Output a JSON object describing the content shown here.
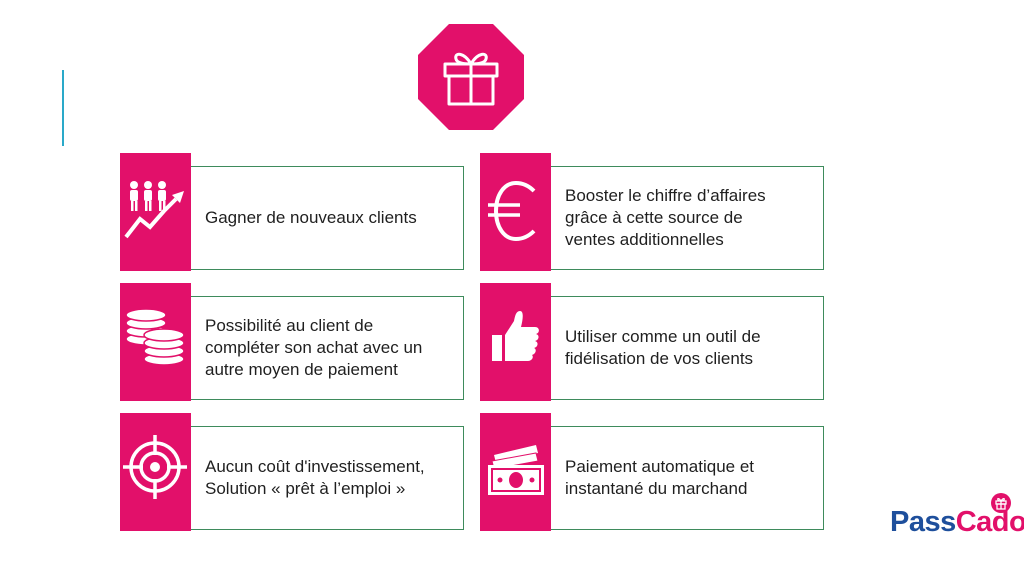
{
  "colors": {
    "accent": "#e2106a",
    "border": "#3e8b5c",
    "line": "#2aa9c9",
    "logo_blue": "#1e4f9c"
  },
  "header": {
    "icon": "gift-icon"
  },
  "cards": [
    {
      "icon": "growth-people-icon",
      "text": "Gagner de nouveaux clients"
    },
    {
      "icon": "euro-icon",
      "text": "Booster le chiffre d’affaires\ngrâce à cette source de\nventes additionnelles"
    },
    {
      "icon": "coins-icon",
      "text": "Possibilité au client de\ncompléter son achat avec un\nautre moyen de paiement"
    },
    {
      "icon": "thumbs-up-icon",
      "text": "Utiliser comme un outil de\nfidélisation de vos clients"
    },
    {
      "icon": "target-icon",
      "text": "Aucun coût d'investissement,\nSolution « prêt à l’emploi »"
    },
    {
      "icon": "banknotes-icon",
      "text": "Paiement automatique et\ninstantané du marchand"
    }
  ],
  "logo": {
    "part1": "Pass",
    "part2": "Cado"
  }
}
